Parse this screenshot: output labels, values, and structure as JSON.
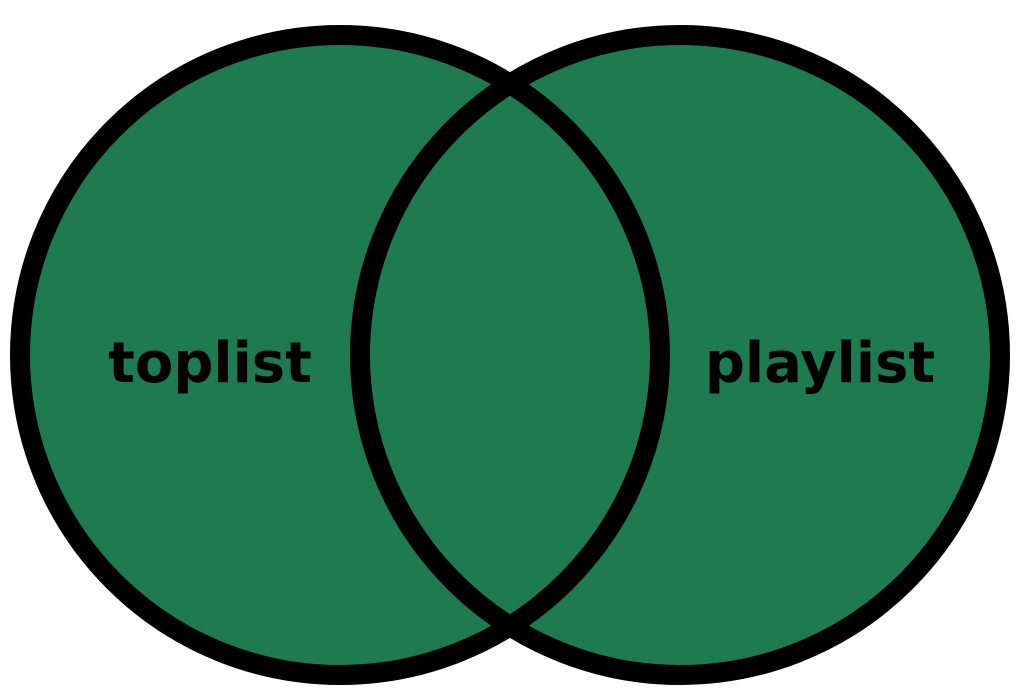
{
  "diagram": {
    "type": "venn",
    "colors": {
      "fill": "#1e7a4f",
      "outline": "#000000",
      "background": "#ffffff"
    },
    "sets": [
      {
        "label": "toplist"
      },
      {
        "label": "playlist"
      }
    ]
  }
}
